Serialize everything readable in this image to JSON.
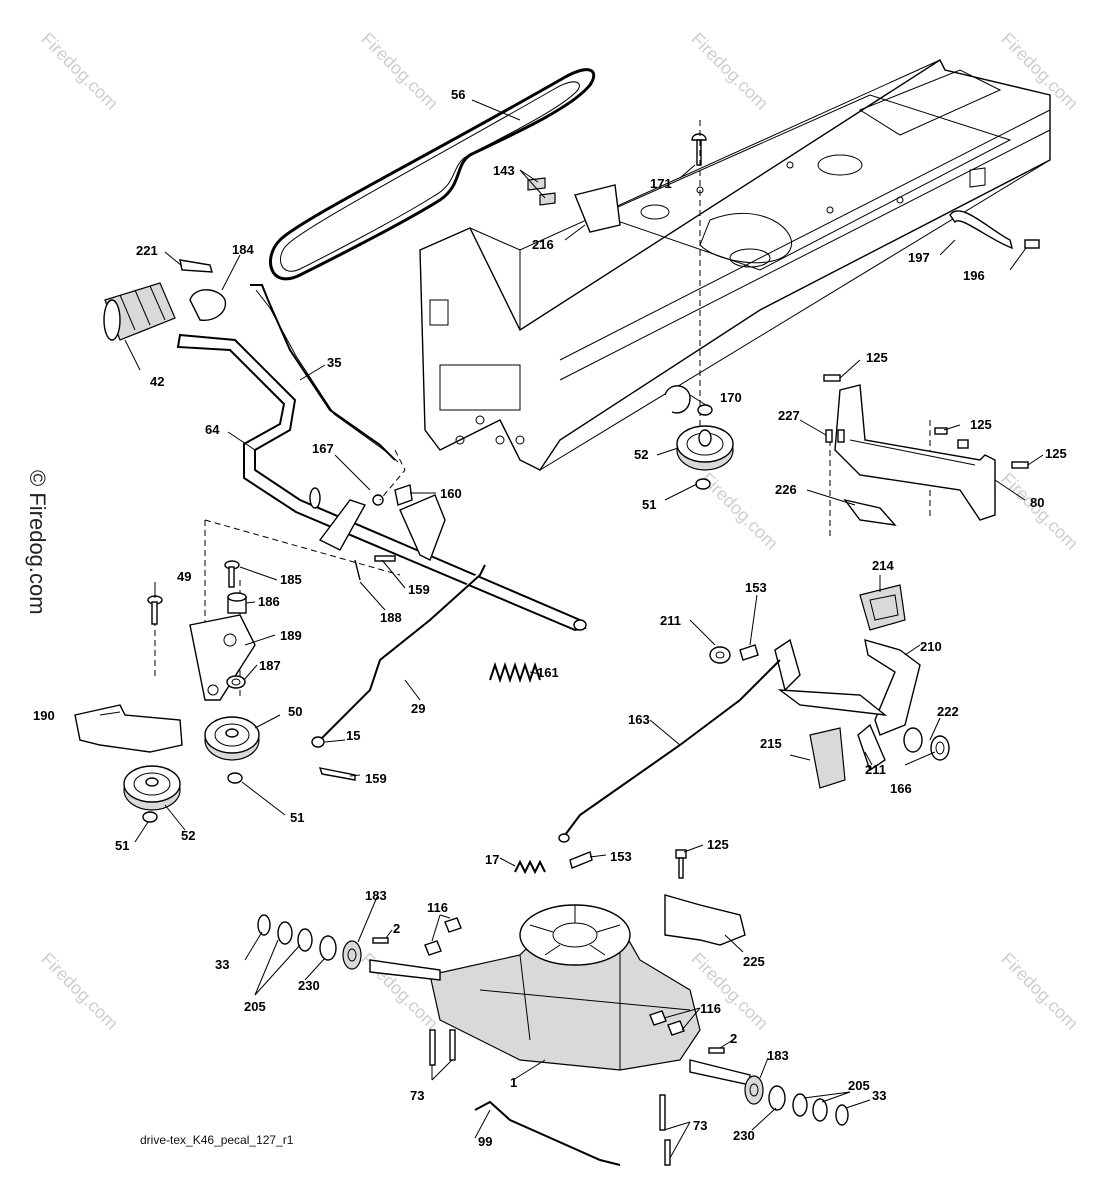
{
  "diagram_code": "drive-tex_K46_pecal_127_r1",
  "watermark": "Firedog.com",
  "side_watermark": "© Firedog.com",
  "callouts": [
    {
      "id": "c56",
      "label": "56"
    },
    {
      "id": "c143",
      "label": "143"
    },
    {
      "id": "c171",
      "label": "171"
    },
    {
      "id": "c216",
      "label": "216"
    },
    {
      "id": "c221",
      "label": "221"
    },
    {
      "id": "c184",
      "label": "184"
    },
    {
      "id": "c197",
      "label": "197"
    },
    {
      "id": "c196",
      "label": "196"
    },
    {
      "id": "c42",
      "label": "42"
    },
    {
      "id": "c35",
      "label": "35"
    },
    {
      "id": "c125a",
      "label": "125"
    },
    {
      "id": "c170",
      "label": "170"
    },
    {
      "id": "c227",
      "label": "227"
    },
    {
      "id": "c125b",
      "label": "125"
    },
    {
      "id": "c125c",
      "label": "125"
    },
    {
      "id": "c64",
      "label": "64"
    },
    {
      "id": "c167",
      "label": "167"
    },
    {
      "id": "c52a",
      "label": "52"
    },
    {
      "id": "c160",
      "label": "160"
    },
    {
      "id": "c51a",
      "label": "51"
    },
    {
      "id": "c226",
      "label": "226"
    },
    {
      "id": "c80",
      "label": "80"
    },
    {
      "id": "c49",
      "label": "49"
    },
    {
      "id": "c185",
      "label": "185"
    },
    {
      "id": "c159a",
      "label": "159"
    },
    {
      "id": "c186",
      "label": "186"
    },
    {
      "id": "c188",
      "label": "188"
    },
    {
      "id": "c214",
      "label": "214"
    },
    {
      "id": "c153a",
      "label": "153"
    },
    {
      "id": "c189",
      "label": "189"
    },
    {
      "id": "c211a",
      "label": "211"
    },
    {
      "id": "c210",
      "label": "210"
    },
    {
      "id": "c187",
      "label": "187"
    },
    {
      "id": "c161",
      "label": "161"
    },
    {
      "id": "c190",
      "label": "190"
    },
    {
      "id": "c50",
      "label": "50"
    },
    {
      "id": "c29",
      "label": "29"
    },
    {
      "id": "c163",
      "label": "163"
    },
    {
      "id": "c222",
      "label": "222"
    },
    {
      "id": "c15",
      "label": "15"
    },
    {
      "id": "c215",
      "label": "215"
    },
    {
      "id": "c159b",
      "label": "159"
    },
    {
      "id": "c211b",
      "label": "211"
    },
    {
      "id": "c166",
      "label": "166"
    },
    {
      "id": "c51b",
      "label": "51"
    },
    {
      "id": "c51c",
      "label": "51"
    },
    {
      "id": "c52b",
      "label": "52"
    },
    {
      "id": "c17",
      "label": "17"
    },
    {
      "id": "c153b",
      "label": "153"
    },
    {
      "id": "c125d",
      "label": "125"
    },
    {
      "id": "c183a",
      "label": "183"
    },
    {
      "id": "c116a",
      "label": "116"
    },
    {
      "id": "c2a",
      "label": "2"
    },
    {
      "id": "c33a",
      "label": "33"
    },
    {
      "id": "c225",
      "label": "225"
    },
    {
      "id": "c205a",
      "label": "205"
    },
    {
      "id": "c230a",
      "label": "230"
    },
    {
      "id": "c116b",
      "label": "116"
    },
    {
      "id": "c2b",
      "label": "2"
    },
    {
      "id": "c183b",
      "label": "183"
    },
    {
      "id": "c205b",
      "label": "205"
    },
    {
      "id": "c1",
      "label": "1"
    },
    {
      "id": "c33b",
      "label": "33"
    },
    {
      "id": "c73a",
      "label": "73"
    },
    {
      "id": "c230b",
      "label": "230"
    },
    {
      "id": "c73b",
      "label": "73"
    },
    {
      "id": "c99",
      "label": "99"
    }
  ]
}
